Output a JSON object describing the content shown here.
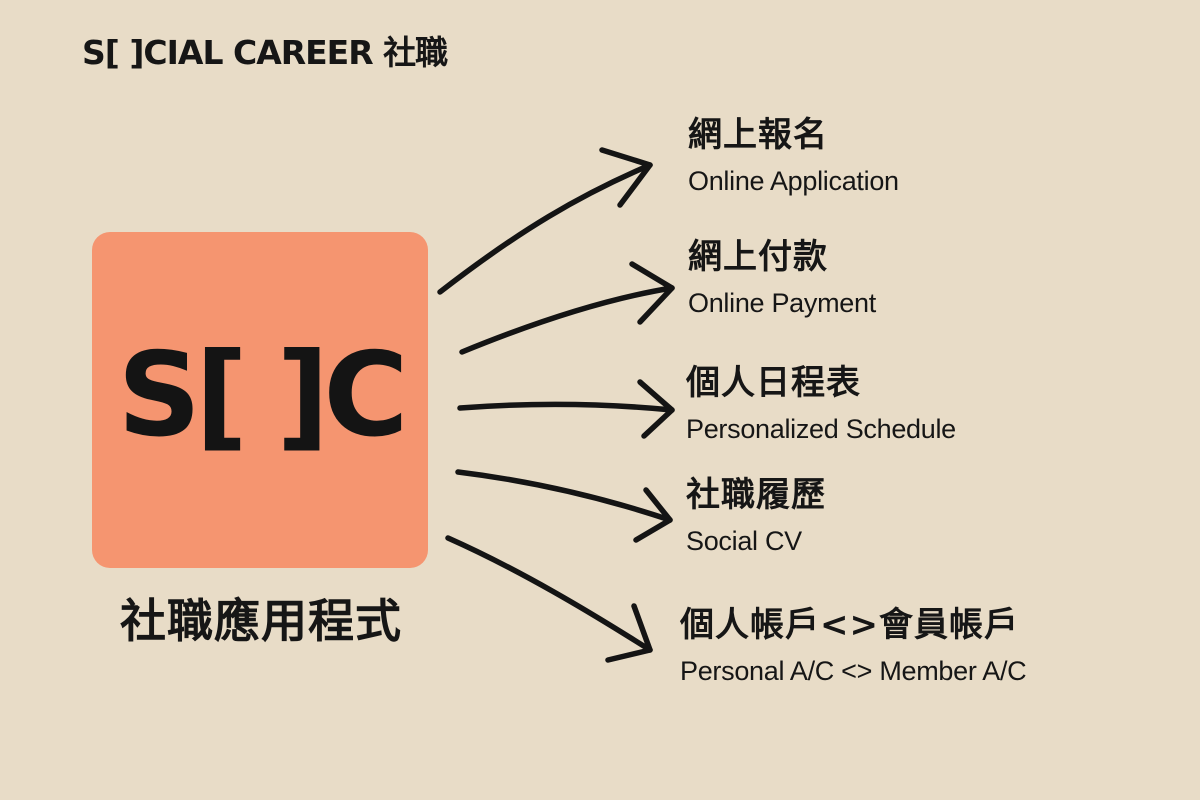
{
  "brand": {
    "title": "S[ ]CIAL CAREER 社職"
  },
  "app": {
    "logo_text": "S[ ]C",
    "caption": "社職應用程式",
    "tile_color": "#f59570"
  },
  "features": [
    {
      "zh": "網上報名",
      "en": "Online Application"
    },
    {
      "zh": "網上付款",
      "en": "Online Payment"
    },
    {
      "zh": "個人日程表",
      "en": "Personalized Schedule"
    },
    {
      "zh": "社職履歷",
      "en": "Social CV"
    },
    {
      "zh": "個人帳戶<>會員帳戶",
      "en": "Personal A/C <> Member A/C"
    }
  ],
  "colors": {
    "background": "#e8dcc7",
    "ink": "#141414"
  }
}
